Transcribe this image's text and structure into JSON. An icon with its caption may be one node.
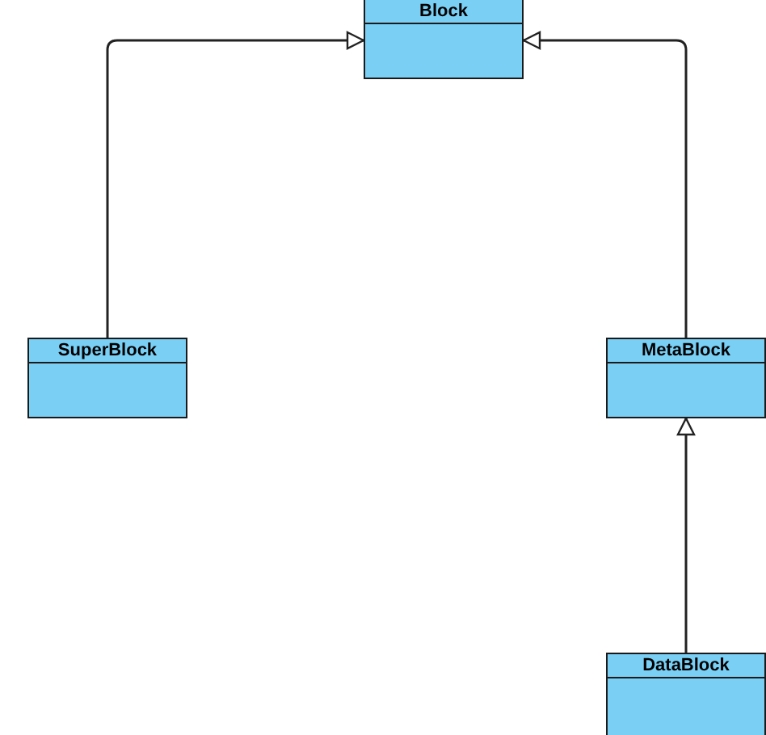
{
  "diagram": {
    "nodes": [
      {
        "text": [
          "Block"
        ]
      },
      {
        "text": [
          "SuperBlock"
        ]
      },
      {
        "text": [
          "MetaBlock"
        ]
      },
      {
        "text": [
          "DataBlock"
        ]
      }
    ],
    "edges": [
      {
        "from": 1,
        "to": 0,
        "arrow": "to"
      },
      {
        "from": 2,
        "to": 0,
        "arrow": "to"
      },
      {
        "from": 3,
        "to": 2,
        "arrow": "to"
      }
    ]
  }
}
